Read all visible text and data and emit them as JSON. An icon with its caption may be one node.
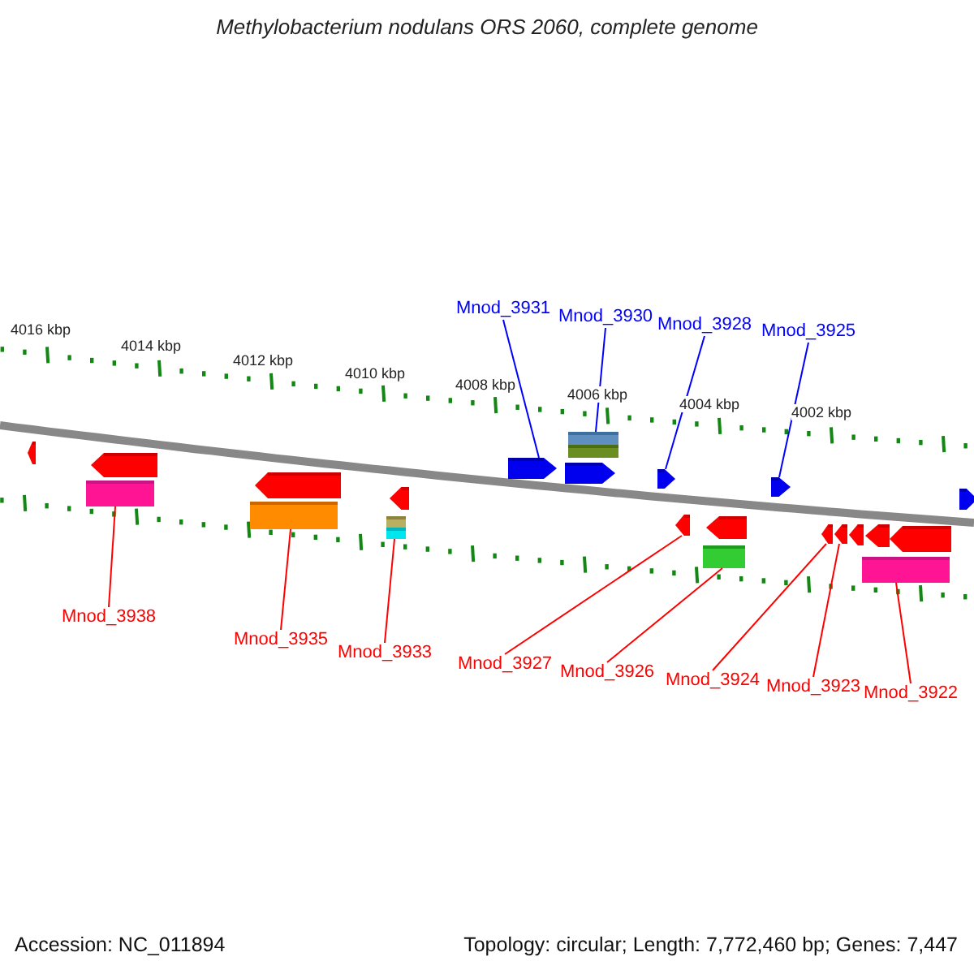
{
  "diagram": {
    "title": "Methylobacterium nodulans ORS 2060, complete genome",
    "nodes": [
      {
        "text": [
          "Mnod_3931"
        ]
      },
      {
        "text": [
          "Mnod_3930"
        ]
      },
      {
        "text": [
          "Mnod_3928"
        ]
      },
      {
        "text": [
          "Mnod_3925"
        ]
      },
      {
        "text": [
          "Mnod_3938"
        ]
      },
      {
        "text": [
          "Mnod_3935"
        ]
      },
      {
        "text": [
          "Mnod_3933"
        ]
      },
      {
        "text": [
          "Mnod_3927"
        ]
      },
      {
        "text": [
          "Mnod_3926"
        ]
      },
      {
        "text": [
          "Mnod_3924"
        ]
      },
      {
        "text": [
          "Mnod_3923"
        ]
      },
      {
        "text": [
          "Mnod_3922"
        ]
      },
      {
        "text": [],
        "shape": "pentagon"
      },
      {
        "text": [],
        "shape": "pentagon"
      },
      {
        "text": [],
        "shape": "box"
      },
      {
        "text": [],
        "shape": "pentagon"
      },
      {
        "text": [],
        "shape": "box"
      },
      {
        "text": [],
        "shape": "pentagon"
      },
      {
        "text": [],
        "shape": "box"
      },
      {
        "text": [],
        "shape": "box"
      },
      {
        "text": [],
        "shape": "pentagon"
      },
      {
        "text": [],
        "shape": "pentagon"
      },
      {
        "text": [],
        "shape": "box"
      },
      {
        "text": [],
        "shape": "box"
      },
      {
        "text": [],
        "shape": "pentagon"
      },
      {
        "text": [],
        "shape": "pentagon"
      },
      {
        "text": [],
        "shape": "pentagon"
      },
      {
        "text": [],
        "shape": "box"
      },
      {
        "text": [],
        "shape": "pentagon"
      },
      {
        "text": [],
        "shape": "pentagon"
      },
      {
        "text": [],
        "shape": "pentagon"
      },
      {
        "text": [],
        "shape": "pentagon"
      },
      {
        "text": [],
        "shape": "pentagon"
      },
      {
        "text": [],
        "shape": "pentagon"
      },
      {
        "text": [],
        "shape": "box"
      },
      {
        "text": [],
        "shape": "pentagon"
      }
    ],
    "edges": [
      {
        "from": 0,
        "to": 20,
        "arrow": "none",
        "color": "#0000ff"
      },
      {
        "from": 1,
        "to": 22,
        "arrow": "none",
        "color": "#0000ff"
      },
      {
        "from": 2,
        "to": 24,
        "arrow": "none",
        "color": "#0000ff"
      },
      {
        "from": 3,
        "to": 28,
        "arrow": "none",
        "color": "#0000ff"
      },
      {
        "from": 4,
        "to": 14,
        "arrow": "none"
      },
      {
        "from": 5,
        "to": 16,
        "arrow": "none"
      },
      {
        "from": 6,
        "to": 19,
        "arrow": "none"
      },
      {
        "from": 7,
        "to": 25,
        "arrow": "none"
      },
      {
        "from": 8,
        "to": 27,
        "arrow": "none"
      },
      {
        "from": 9,
        "to": 29,
        "arrow": "none"
      },
      {
        "from": 10,
        "to": 30,
        "arrow": "none"
      },
      {
        "from": 11,
        "to": 34,
        "arrow": "none"
      }
    ],
    "labels": [
      "4016 kbp",
      "4014 kbp",
      "4012 kbp",
      "4010 kbp",
      "4008 kbp",
      "4006 kbp",
      "4004 kbp",
      "4002 kbp",
      "Accession: NC_011894",
      "Topology: circular; Length: 7,772,460 bp; Genes: 7,447"
    ]
  }
}
